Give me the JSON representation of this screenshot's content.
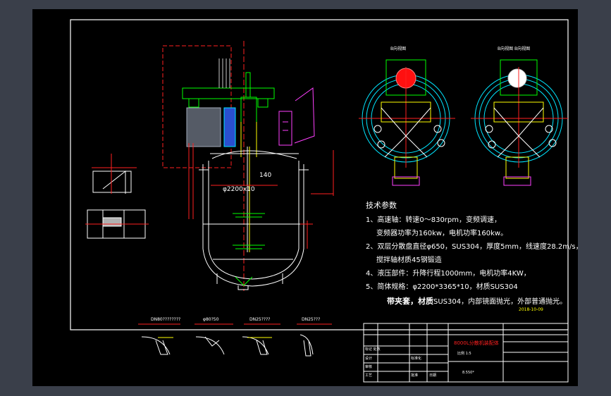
{
  "colors": {
    "background": "#000000",
    "frame": "#ffffff",
    "dimension": "#ff2020",
    "text": "#ffffff",
    "note_text": "#ffff00",
    "cyan": "#00e5ff",
    "green": "#00ff00",
    "magenta": "#ff40ff"
  },
  "drawing": {
    "main_view": {
      "label_vessel_diameter": "φ2200x10",
      "label_top": "140"
    },
    "top_views": {
      "left_title": "B向视图",
      "right_title": "B向视图 B向视图"
    },
    "tech_params": {
      "heading": "技术参数",
      "lines": [
        "1、高速轴：转速0～830rpm，变频调速，",
        "变频器功率为160kw，电机功率160kw。",
        "2、双层分散盘直径φ650，SUS304，厚度5mm，线速度28.2m/s，",
        "搅拌轴材质45钢锻造",
        "4、液压部件：升降行程1000mm，电机功率4KW，",
        "5、简体规格：φ2200*3365*10，材质SUS304"
      ],
      "bold_line_prefix": "带夹套，材质",
      "bold_line_rest": "SUS304，内部镜面抛光，外部普通抛光。",
      "date": "2018-10-09"
    },
    "detail_labels": [
      "DN80????????",
      "φ80?50",
      "DN25????",
      "DN25???"
    ],
    "title_block": {
      "title": "8000L分散机装配体",
      "subtitle": "比例 1:5",
      "rows": [
        "设计",
        "标准化",
        "审核",
        "工艺",
        "批准"
      ],
      "mark_header": "标记 处数",
      "date_label": "日期",
      "code": "8.550*"
    }
  }
}
